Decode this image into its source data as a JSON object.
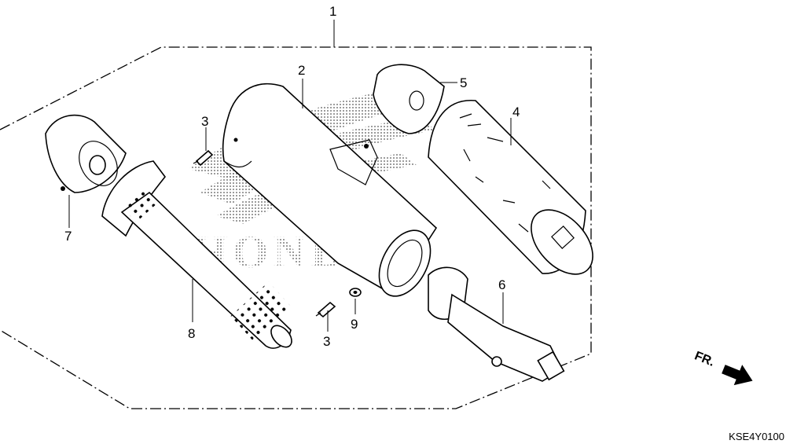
{
  "diagram": {
    "callouts": [
      {
        "id": "1",
        "label": "1"
      },
      {
        "id": "2",
        "label": "2"
      },
      {
        "id": "3a",
        "label": "3"
      },
      {
        "id": "3b",
        "label": "3"
      },
      {
        "id": "4",
        "label": "4"
      },
      {
        "id": "5",
        "label": "5"
      },
      {
        "id": "6",
        "label": "6"
      },
      {
        "id": "7",
        "label": "7"
      },
      {
        "id": "8",
        "label": "8"
      },
      {
        "id": "9",
        "label": "9"
      }
    ],
    "direction_label": "FR.",
    "watermark_text": "HONDA",
    "figure_code": "KSE4Y0100"
  }
}
